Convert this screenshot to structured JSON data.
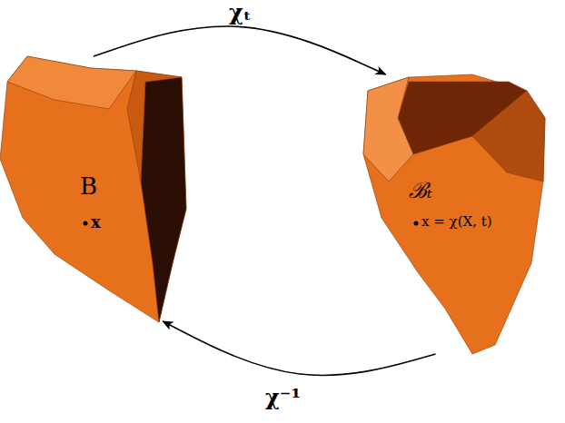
{
  "diagram": {
    "nodes": [
      {
        "text": [
          "B",
          "x"
        ]
      },
      {
        "text": [
          "ℬₜ",
          "x = χ(X, t)"
        ]
      }
    ],
    "edges": [
      {
        "from": 0,
        "to": 1,
        "arrow": "to",
        "label": "χₜ"
      },
      {
        "from": 1,
        "to": 0,
        "arrow": "to",
        "label": "χ⁻¹"
      }
    ]
  }
}
